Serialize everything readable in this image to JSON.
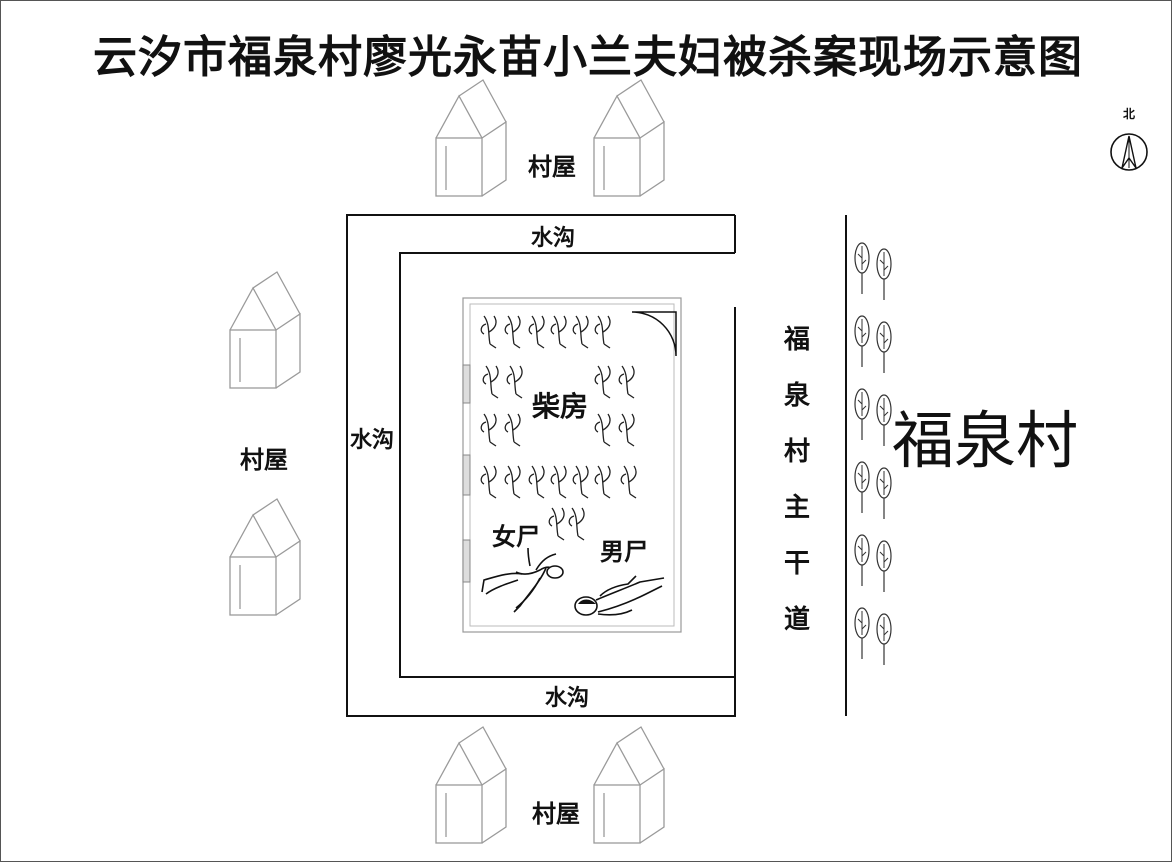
{
  "title": "云汐市福泉村廖光永苗小兰夫妇被杀案现场示意图",
  "compass_label": "北",
  "labels": {
    "house_top": "村屋",
    "house_left": "村屋",
    "house_bottom": "村屋",
    "ditch_top": "水沟",
    "ditch_left": "水沟",
    "ditch_bottom": "水沟",
    "shed": "柴房",
    "female_body": "女尸",
    "male_body": "男尸",
    "village": "福泉村"
  },
  "road_chars": [
    "福",
    "泉",
    "村",
    "主",
    "干",
    "道"
  ]
}
